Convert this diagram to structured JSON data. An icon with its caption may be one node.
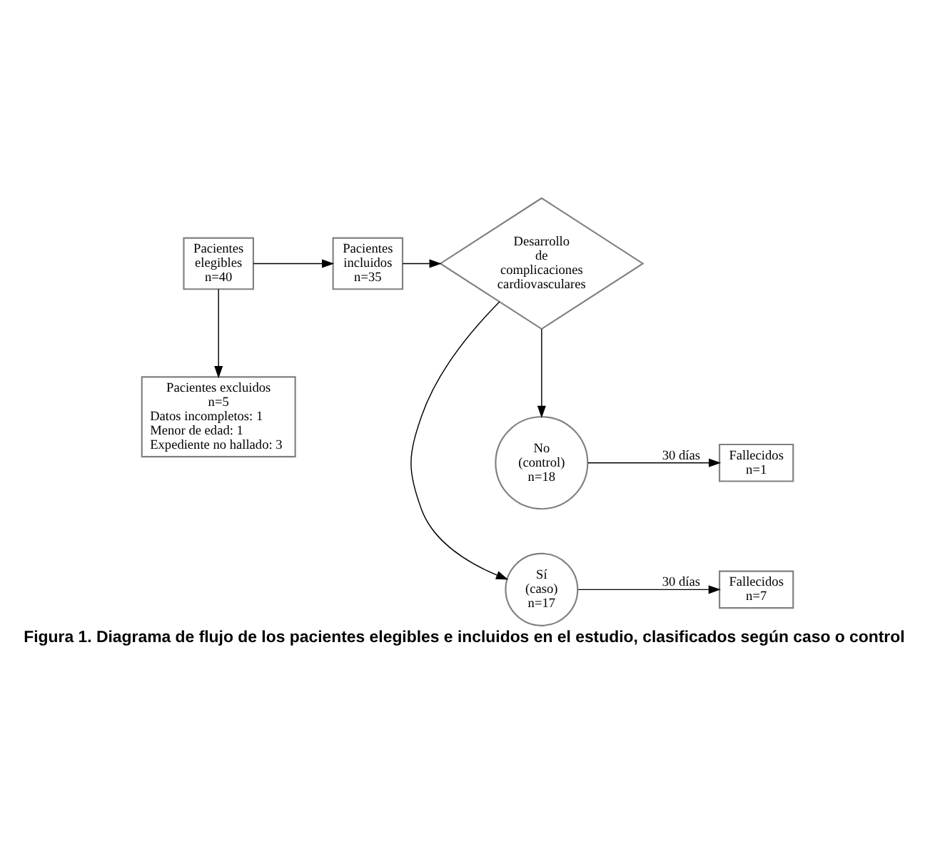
{
  "diagram": {
    "caption": "Figura 1. Diagrama de flujo de los pacientes elegibles e incluidos en el estudio, clasificados según caso o control",
    "nodes": [
      {
        "text": [
          "Pacientes elegibles",
          "n=40"
        ]
      },
      {
        "text": [
          "Pacientes incluidos",
          "n=35"
        ]
      },
      {
        "text": [
          "Pacientes excluidos",
          "n=5",
          "Datos incompletos: 1",
          "Menor de edad: 1",
          "Expediente no hallado: 3"
        ]
      },
      {
        "text": [
          "Desarrollo de complicaciones cardiovasculares"
        ]
      },
      {
        "text": [
          "Sí (caso)",
          "n=17"
        ]
      },
      {
        "text": [
          "No (control)",
          "n=18"
        ]
      },
      {
        "text": [
          "Fallecidos",
          "n=7"
        ]
      },
      {
        "text": [
          "Fallecidos",
          "n=1"
        ]
      }
    ],
    "edges": [
      {
        "from": 0,
        "to": 1,
        "arrow": "to"
      },
      {
        "from": 0,
        "to": 2,
        "arrow": "to"
      },
      {
        "from": 1,
        "to": 3,
        "arrow": "to"
      },
      {
        "from": 3,
        "to": 4,
        "arrow": "to"
      },
      {
        "from": 3,
        "to": 5,
        "arrow": "to"
      },
      {
        "from": 4,
        "to": 6,
        "label": "30 días",
        "arrow": "to"
      },
      {
        "from": 5,
        "to": 7,
        "label": "30 días",
        "arrow": "to"
      }
    ]
  }
}
